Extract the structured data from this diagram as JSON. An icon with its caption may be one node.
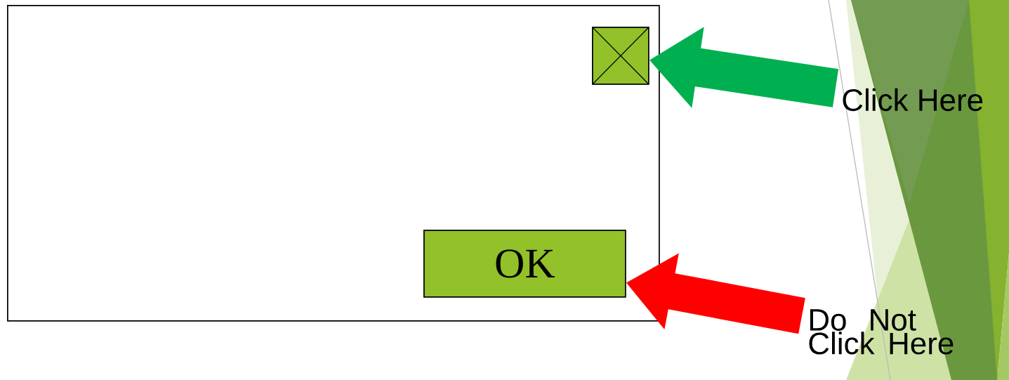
{
  "diagram": {
    "nodes": [
      {
        "text": [],
        "shape": "box"
      },
      {
        "text": [],
        "shape": "box",
        "in": 0
      },
      {
        "text": [
          "OK"
        ],
        "in": 0
      },
      {
        "text": [
          "Click Here"
        ]
      },
      {
        "text": [
          "Do Not Click Here"
        ]
      }
    ],
    "edges": [
      {
        "from": 3,
        "to": 1,
        "arrow": "to",
        "color": "#00b050"
      },
      {
        "from": 4,
        "to": 2,
        "arrow": "to",
        "color": "#ff0000"
      }
    ]
  }
}
